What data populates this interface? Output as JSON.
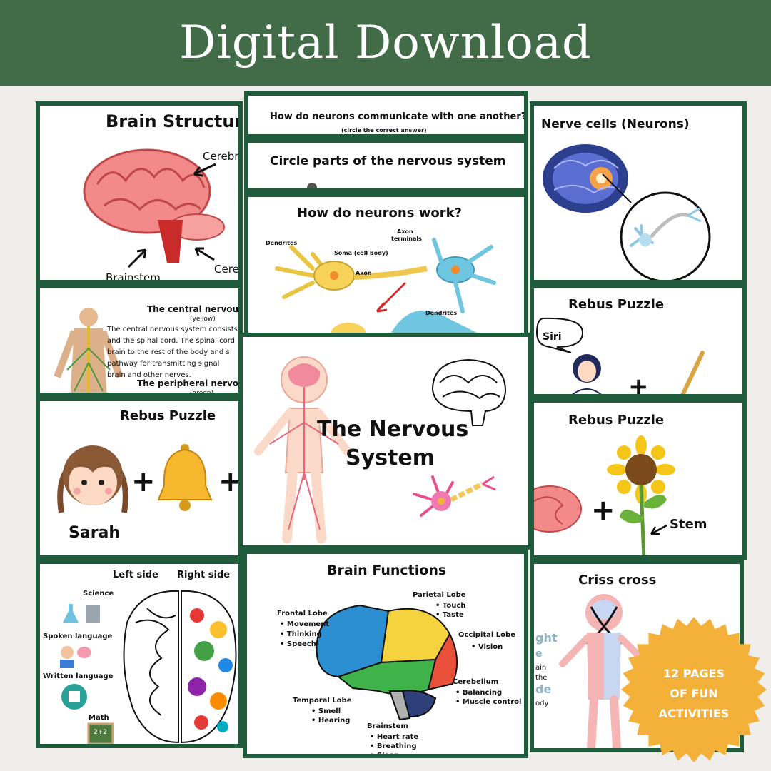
{
  "banner": {
    "title": "Digital Download"
  },
  "cards": {
    "brain_structure": {
      "title": "Brain Structure",
      "labels": {
        "cerebrum": "Cerebrum",
        "cerebellum": "Cerebellum",
        "brainstem": "Brainstem"
      }
    },
    "cns": {
      "title": "The central nervous system",
      "subtitle": "(yellow)",
      "lines": [
        "The central nervous system consists",
        "and the spinal cord. The spinal cord",
        "brain to the rest of the body and s",
        "pathway for transmitting signal",
        "brain and other nerves."
      ],
      "peripheral_title": "The peripheral nervous",
      "peripheral_subtitle": "(green)"
    },
    "rebus_sarah": {
      "title": "Rebus Puzzle",
      "name": "Sarah"
    },
    "left_right": {
      "left_title": "Left side",
      "right_title": "Right side",
      "labels": [
        "Science",
        "Spoken language",
        "Written language",
        "Math"
      ],
      "math_badge": "2+2"
    },
    "neurons_communicate": {
      "title": "How do neurons communicate with one another?",
      "subtitle": "(circle the correct answer)"
    },
    "circle_parts": {
      "title": "Circle parts of the nervous system"
    },
    "neurons_work": {
      "title": "How do neurons work?",
      "labels": {
        "dendrites_left": "Dendrites",
        "soma": "Soma (cell body)",
        "axon": "Axon",
        "axon_terminals_1": "Axon",
        "axon_terminals_2": "terminals",
        "dendrites_right": "Dendrites"
      }
    },
    "nervous_system": {
      "title_line1": "The Nervous",
      "title_line2": "System"
    },
    "brain_functions": {
      "title": "Brain Functions",
      "frontal": {
        "name": "Frontal Lobe",
        "items": [
          "Movement",
          "Thinking",
          "Speech"
        ]
      },
      "parietal": {
        "name": "Parietal Lobe",
        "items": [
          "Touch",
          "Taste"
        ]
      },
      "occipital": {
        "name": "Occipital Lobe",
        "items": [
          "Vision"
        ]
      },
      "cerebellum": {
        "name": "Cerebellum",
        "items": [
          "Balancing",
          "Muscle control"
        ]
      },
      "temporal": {
        "name": "Temporal Lobe",
        "items": [
          "Smell",
          "Hearing"
        ]
      },
      "brainstem": {
        "name": "Brainstem",
        "items": [
          "Heart rate",
          "Breathing",
          "Sleep"
        ]
      }
    },
    "nerve_cells": {
      "title": "Nerve cells (Neurons)"
    },
    "rebus_siri": {
      "title": "Rebus Puzzle",
      "bubble": "Siri"
    },
    "rebus_stem": {
      "title": "Rebus Puzzle",
      "label": "Stem"
    },
    "criss_cross": {
      "title": "Criss cross",
      "fragments": [
        "ght",
        "e",
        "ain",
        "the",
        "de",
        "ody"
      ]
    }
  },
  "badge": {
    "line1": "12 PAGES",
    "line2": "OF FUN",
    "line3": "ACTIVITIES",
    "color": "#f3b13a"
  },
  "colors": {
    "banner": "#426b48",
    "card_border": "#1f5c3c",
    "background": "#efeeea"
  }
}
